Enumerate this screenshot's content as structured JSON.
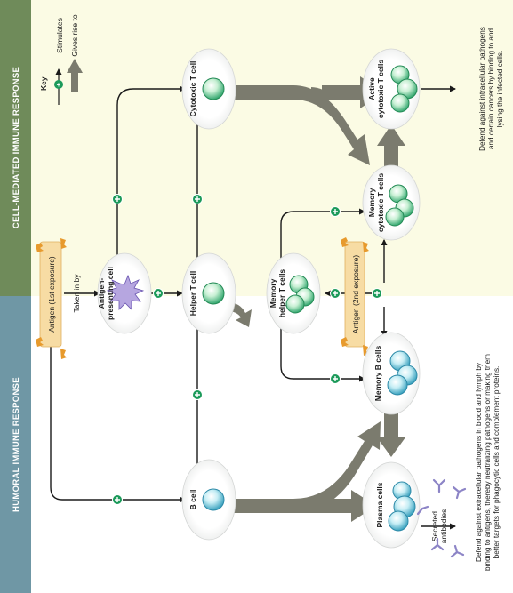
{
  "bands": {
    "cell_mediated": "CELL-MEDIATED IMMUNE RESPONSE",
    "humoral": "HUMORAL IMMUNE RESPONSE"
  },
  "key": {
    "title": "Key",
    "stimulates": "Stimulates",
    "gives_rise_to": "Gives rise to"
  },
  "antigen_1st": "Antigen (1st exposure)",
  "antigen_2nd": "Antigen (2nd exposure)",
  "taken_in_by": "Taken in by",
  "cells": {
    "apc_line1": "Antigen-",
    "apc_line2": "presenting cell",
    "helper_t": "Helper T cell",
    "b_cell": "B cell",
    "cytotoxic_t": "Cytotoxic T cell",
    "memory_helper_line1": "Memory",
    "memory_helper_line2": "helper T cells",
    "memory_b": "Memory B cells",
    "plasma": "Plasma cells",
    "memory_cyto_line1": "Memory",
    "memory_cyto_line2": "cytotoxic T cells",
    "active_cyto_line1": "Active",
    "active_cyto_line2": "cytotoxic T cells"
  },
  "secreted_line1": "Secreted",
  "secreted_line2": "antibodies",
  "desc_cell_mediated": [
    "Defend against intracellular pathogens",
    "and certain cancers by binding to and",
    "lysing the infected cells."
  ],
  "desc_humoral": [
    "Defend against extracellular pathogens in blood and lymph by",
    "binding to antigens, thereby neutralizing pathogens or making them",
    "better targets for phagocytic cells and complement proteins."
  ],
  "colors": {
    "cell_mediated_band": "#6f8b5a",
    "humoral_band": "#6f97a5",
    "cell_mediated_bg": "#fbfbe4",
    "antigen_box": "#f7dca4",
    "big_arrow": "#7b7b6e",
    "plus": "#1c9a5a"
  }
}
